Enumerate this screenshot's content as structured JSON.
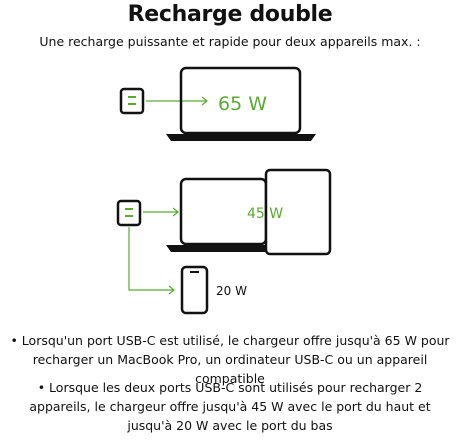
{
  "title": "Recharge double",
  "subtitle": "Une recharge puissante et rapide pour deux appareils max. :",
  "diagram": {
    "single_power": "65 W",
    "dual_power_top": "45 W",
    "dual_power_bottom": "20 W"
  },
  "bullets": [
    "• Lorsqu'un port USB-C est utilisé, le chargeur offre jusqu'à 65 W pour recharger un MacBook Pro, un ordinateur USB-C ou un appareil compatible",
    "• Lorsque les deux ports USB-C sont utilisés pour recharger 2 appareils, le chargeur offre jusqu'à 45 W avec le port du haut et jusqu'à 20 W avec le port du bas"
  ],
  "colors": {
    "accent": "#5aaa32",
    "ink": "#111111"
  },
  "icons": [
    "charger-icon",
    "laptop-icon",
    "tablet-icon",
    "phone-icon",
    "arrow-icon"
  ]
}
